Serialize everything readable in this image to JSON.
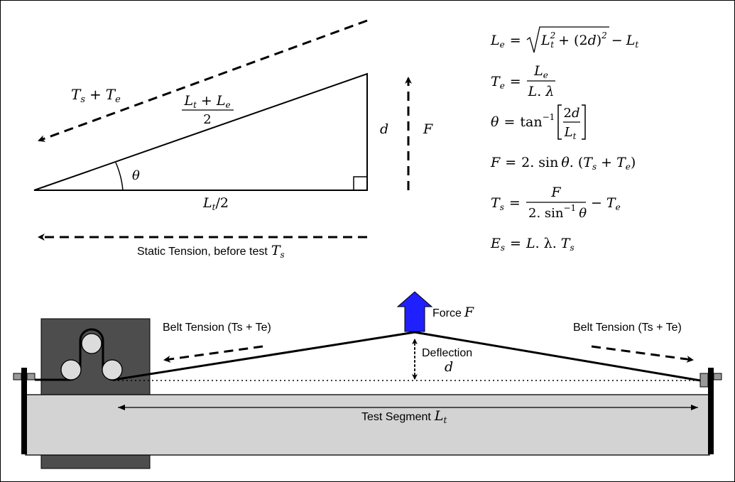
{
  "top_diagram": {
    "resultant_label": "T",
    "resultant_sub_s": "s",
    "resultant_plus": "+",
    "resultant_sub_e": "e",
    "hyp_num_a": "L",
    "hyp_num_a_sub": "t",
    "hyp_num_plus": "+",
    "hyp_num_b": "L",
    "hyp_num_b_sub": "e",
    "hyp_den": "2",
    "angle": "θ",
    "height": "d",
    "force": "F",
    "base_a": "L",
    "base_sub": "t",
    "base_den": "/2",
    "static_caption": "Static Tension, before test",
    "static_symbol": "T",
    "static_symbol_sub": "s"
  },
  "equations": {
    "e1": {
      "lhs": "L",
      "lhs_sub": "e",
      "eq": "=",
      "r1": "L",
      "r1_sub": "t",
      "r1_sup": "2",
      "r2": "+ (2",
      "r2_d": "d",
      "r2_close": ")",
      "r2_sup": "2",
      "minus": "−",
      "r3": "L",
      "r3_sub": "t"
    },
    "e2": {
      "lhs": "T",
      "lhs_sub": "e",
      "eq": "=",
      "num": "L",
      "num_sub": "e",
      "den_a": "L",
      "den_dot": ". ",
      "den_b": "λ"
    },
    "e3": {
      "lhs": "θ",
      "eq": "=",
      "fn": "tan",
      "fn_sup": "−1",
      "num_a": "2",
      "num_b": "d",
      "den": "L",
      "den_sub": "t"
    },
    "e4": {
      "lhs": "F",
      "eq": "=",
      "a": "2. sin",
      "b": "θ",
      "c": ". (",
      "d": "T",
      "d_sub": "s",
      "plus": "+",
      "e": "T",
      "e_sub": "e",
      "close": ")"
    },
    "e5": {
      "lhs": "T",
      "lhs_sub": "s",
      "eq": "=",
      "num": "F",
      "den_a": "2. sin",
      "den_sup": "−1",
      "den_b": "θ",
      "minus": "−",
      "r": "T",
      "r_sub": "e"
    },
    "e6": {
      "lhs": "E",
      "lhs_sub": "s",
      "eq": "=",
      "a": "L",
      "b": ". λ. ",
      "c": "T",
      "c_sub": "s"
    }
  },
  "bottom_diagram": {
    "force_text": "Force",
    "force_symbol": "F",
    "belt_left": "Belt Tension (Ts + Te)",
    "belt_right": "Belt Tension (Ts + Te)",
    "deflection_text": "Deflection",
    "deflection_symbol": "d",
    "segment_text": "Test Segment",
    "segment_symbol": "L",
    "segment_symbol_sub": "t"
  },
  "colors": {
    "force_arrow": "#2020ff",
    "clamp_block": "#4d4d4d",
    "bed": "#d3d3d3",
    "roller": "#dcdcdc",
    "ink": "#000000"
  }
}
